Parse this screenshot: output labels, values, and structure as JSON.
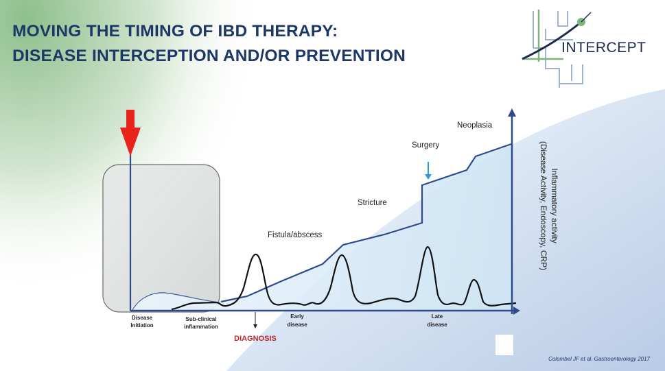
{
  "header": {
    "title_line1": "MOVING THE TIMING OF IBD THERAPY:",
    "title_line2": "DISEASE INTERCEPTION AND/OR PREVENTION"
  },
  "logo": {
    "text": "INTERCEPT"
  },
  "diagram": {
    "y_axis_label_line1": "Inflammatory  activity",
    "y_axis_label_line2": "(Disease Activity, Endoscopy, CRP)",
    "stage_labels": {
      "fistula": "Fistula/abscess",
      "stricture": "Stricture",
      "surgery": "Surgery",
      "neoplasia": "Neoplasia"
    },
    "x_labels": {
      "disease_initiation_1": "Disease",
      "disease_initiation_2": "Initiation",
      "subclinical_1": "Sub-clinical",
      "subclinical_2": "inflammation",
      "early_1": "Early",
      "early_2": "disease",
      "late_1": "Late",
      "late_2": "disease"
    },
    "diagnosis": "DIAGNOSIS"
  },
  "footer": {
    "citation": "Colombel JF et al. Gastroenterology 2017"
  },
  "colors": {
    "title": "#1d3767",
    "progression_line": "#2f4a8c",
    "area_fill": "#d9ecf7",
    "diagnosis": "#c0272d",
    "red_arrow": "#e8231b",
    "surgery_arrow": "#2b9bd6",
    "logo_green": "#7db57a",
    "logo_blue": "#9fb3cf"
  }
}
